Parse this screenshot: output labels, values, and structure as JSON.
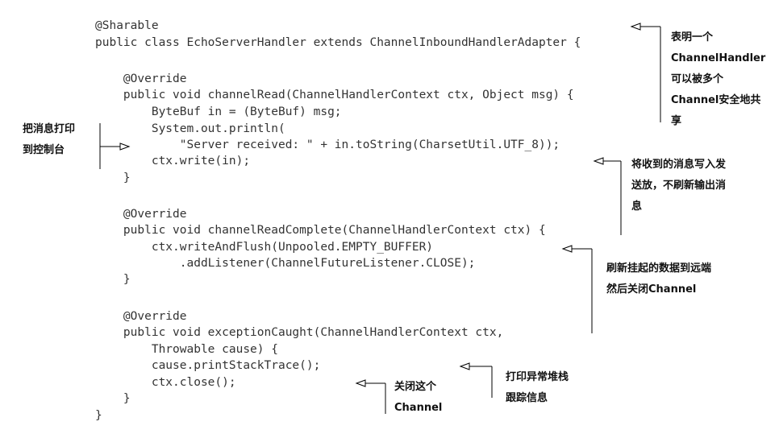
{
  "code_lines": [
    "@Sharable",
    "public class EchoServerHandler extends ChannelInboundHandlerAdapter {",
    "",
    "    @Override",
    "    public void channelRead(ChannelHandlerContext ctx, Object msg) {",
    "        ByteBuf in = (ByteBuf) msg;",
    "        System.out.println(",
    "            \"Server received: \" + in.toString(CharsetUtil.UTF_8));",
    "        ctx.write(in);",
    "    }",
    "",
    "    @Override",
    "    public void channelReadComplete(ChannelHandlerContext ctx) {",
    "        ctx.writeAndFlush(Unpooled.EMPTY_BUFFER)",
    "            .addListener(ChannelFutureListener.CLOSE);",
    "    }",
    "",
    "    @Override",
    "    public void exceptionCaught(ChannelHandlerContext ctx,",
    "        Throwable cause) {",
    "        cause.printStackTrace();",
    "        ctx.close();",
    "    }",
    "}"
  ],
  "annotations": {
    "sharable": "表明一个\nChannelHandler\n可以被多个\nChannel安全地共\n享",
    "print": "把消息打印\n到控制台",
    "write": "将收到的消息写入发\n送放，不刷新输出消\n息",
    "flush": "刷新挂起的数据到远端\n然后关闭Channel",
    "stacktrace": "打印异常堆栈\n跟踪信息",
    "close": "关闭这个\nChannel"
  },
  "colors": {
    "code_text": "#333333",
    "annotation_text": "#111111",
    "arrow_line": "#000000"
  }
}
